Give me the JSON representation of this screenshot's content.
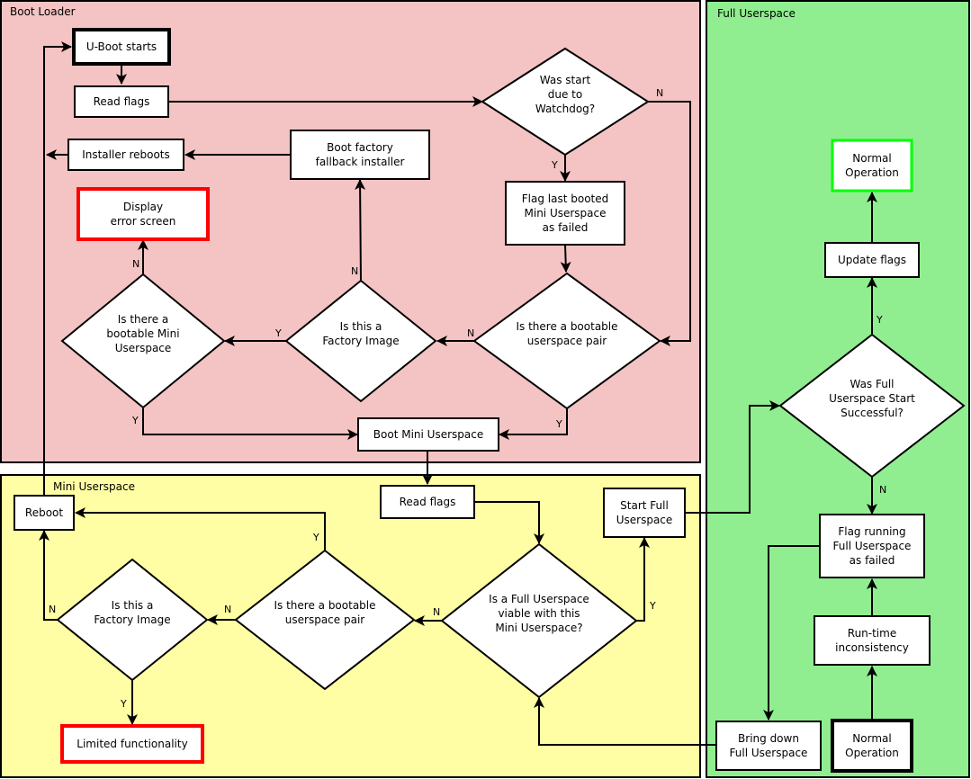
{
  "colors": {
    "boot_loader_bg": "#f4c3c3",
    "mini_userspace_bg": "#fffea4",
    "full_userspace_bg": "#90ee90",
    "node_fill": "#ffffff",
    "error_border": "#ff0000",
    "success_border": "#00ff00",
    "start_border": "#000000"
  },
  "lanes": {
    "boot_loader": "Boot Loader",
    "mini_userspace": "Mini Userspace",
    "full_userspace": "Full Userspace"
  },
  "nodes": {
    "uboot_starts": [
      "U-Boot starts"
    ],
    "bl_read_flags": [
      "Read flags"
    ],
    "installer_reboots": [
      "Installer reboots"
    ],
    "boot_factory_fallback": [
      "Boot factory",
      "fallback installer"
    ],
    "display_error": [
      "Display",
      "error screen"
    ],
    "was_start_watchdog": [
      "Was start",
      "due to",
      "Watchdog?"
    ],
    "flag_last_booted_mini": [
      "Flag last booted",
      "Mini Userspace",
      "as failed"
    ],
    "bl_bootable_mini": [
      "Is there a",
      "bootable Mini",
      "Userspace"
    ],
    "bl_factory_image": [
      "Is this a",
      "Factory Image"
    ],
    "bl_bootable_pair": [
      "Is there a bootable",
      "userspace pair"
    ],
    "boot_mini_userspace": [
      "Boot Mini Userspace"
    ],
    "reboot": [
      "Reboot"
    ],
    "mu_read_flags": [
      "Read flags"
    ],
    "start_full_userspace": [
      "Start Full",
      "Userspace"
    ],
    "mu_factory_image": [
      "Is this a",
      "Factory Image"
    ],
    "mu_bootable_pair": [
      "Is there a bootable",
      "userspace pair"
    ],
    "full_viable": [
      "Is a Full Userspace",
      "viable with this",
      "Mini Userspace?"
    ],
    "limited_functionality": [
      "Limited functionality"
    ],
    "normal_operation_top": [
      "Normal",
      "Operation"
    ],
    "update_flags": [
      "Update flags"
    ],
    "was_full_start_successful": [
      "Was Full",
      "Userspace  Start",
      "Successful?"
    ],
    "flag_running_full": [
      "Flag running",
      "Full Userspace",
      "as failed"
    ],
    "runtime_inconsistency": [
      "Run-time",
      "inconsistency"
    ],
    "bring_down_full": [
      "Bring down",
      "Full Userspace"
    ],
    "normal_operation_bottom": [
      "Normal",
      "Operation"
    ]
  },
  "edge_labels": {
    "watchdog_n": "N",
    "watchdog_y": "Y",
    "bl_pair_n": "N",
    "bl_pair_y": "Y",
    "bl_factory_y": "Y",
    "bl_factory_n": "N",
    "bl_mini_n": "N",
    "bl_mini_y": "Y",
    "mu_pair_y": "Y",
    "mu_pair_n": "N",
    "mu_factory_n": "N",
    "mu_factory_y": "Y",
    "viable_n": "N",
    "viable_y": "Y",
    "full_success_y": "Y",
    "full_success_n": "N"
  }
}
